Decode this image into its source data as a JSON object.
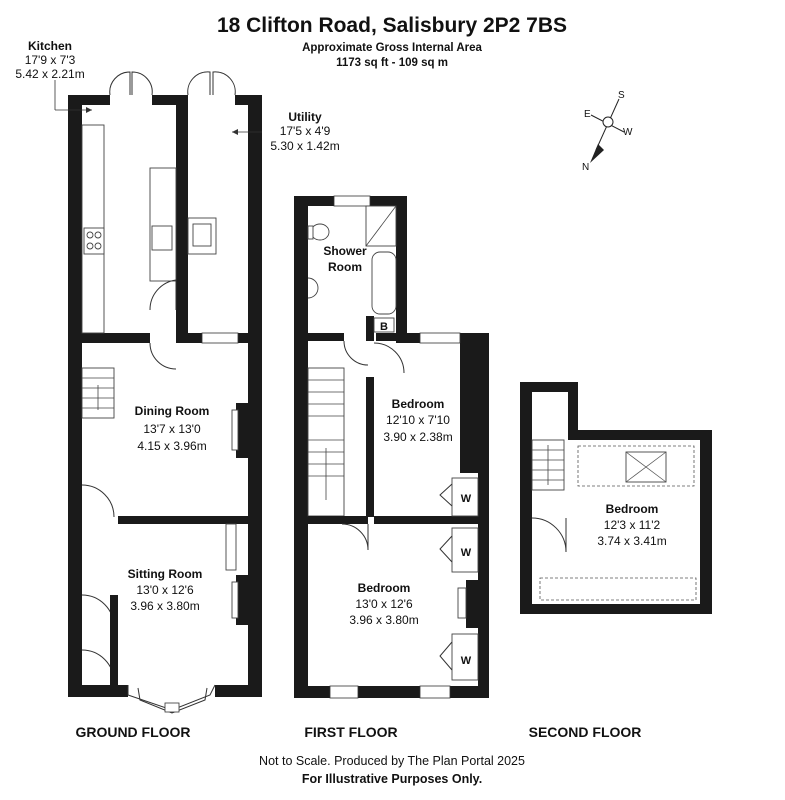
{
  "header": {
    "title": "18 Clifton Road, Salisbury 2P2 7BS",
    "area_label": "Approximate Gross Internal Area",
    "area_value": "1173 sq ft - 109 sq m"
  },
  "compass": {
    "n": "N",
    "s": "S",
    "e": "E",
    "w": "W"
  },
  "ground_floor": {
    "label": "GROUND FLOOR",
    "kitchen": {
      "name": "Kitchen",
      "imperial": "17'9 x 7'3",
      "metric": "5.42 x 2.21m"
    },
    "utility": {
      "name": "Utility",
      "imperial": "17'5 x 4'9",
      "metric": "5.30 x 1.42m"
    },
    "dining": {
      "name": "Dining Room",
      "imperial": "13'7 x 13'0",
      "metric": "4.15 x 3.96m"
    },
    "sitting": {
      "name": "Sitting Room",
      "imperial": "13'0 x 12'6",
      "metric": "3.96 x 3.80m"
    }
  },
  "first_floor": {
    "label": "FIRST FLOOR",
    "shower": {
      "line1": "Shower",
      "line2": "Room"
    },
    "boiler": "B",
    "bedroom_back": {
      "name": "Bedroom",
      "imperial": "12'10 x 7'10",
      "metric": "3.90 x 2.38m"
    },
    "bedroom_front": {
      "name": "Bedroom",
      "imperial": "13'0 x 12'6",
      "metric": "3.96 x 3.80m"
    },
    "wardrobe": "W"
  },
  "second_floor": {
    "label": "SECOND FLOOR",
    "bedroom": {
      "name": "Bedroom",
      "imperial": "12'3 x 11'2",
      "metric": "3.74 x 3.41m"
    }
  },
  "footer": {
    "line1": "Not to Scale. Produced by The Plan Portal 2025",
    "line2": "For Illustrative Purposes Only."
  }
}
